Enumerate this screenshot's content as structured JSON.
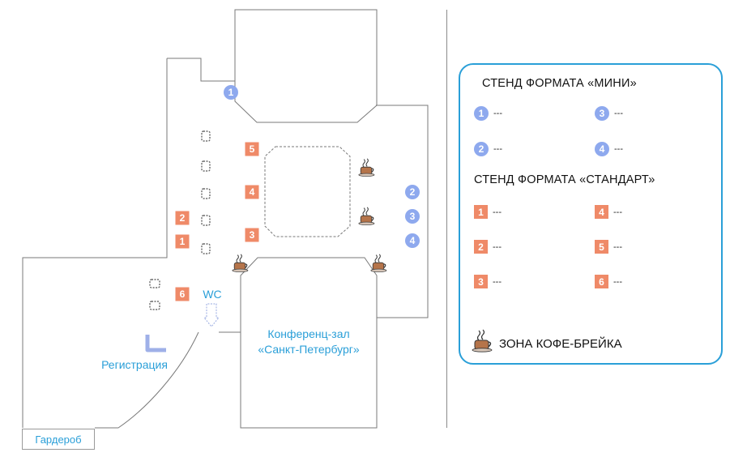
{
  "plan": {
    "wc_label": "WC",
    "registration_label": "Регистрация",
    "conference_line1": "Конференц-зал",
    "conference_line2": "«Санкт-Петербург»",
    "wardrobe_label": "Гардероб",
    "mini_markers": [
      "1",
      "2",
      "3",
      "4"
    ],
    "standard_markers": [
      "1",
      "2",
      "3",
      "4",
      "5",
      "6"
    ]
  },
  "legend": {
    "mini_title": "СТЕНД ФОРМАТА «МИНИ»",
    "standard_title": "СТЕНД ФОРМАТА «СТАНДАРТ»",
    "mini_items": [
      {
        "num": "1",
        "text": "---"
      },
      {
        "num": "3",
        "text": "---"
      },
      {
        "num": "2",
        "text": "---"
      },
      {
        "num": "4",
        "text": "---"
      }
    ],
    "standard_items": [
      {
        "num": "1",
        "text": "---"
      },
      {
        "num": "4",
        "text": "---"
      },
      {
        "num": "2",
        "text": "---"
      },
      {
        "num": "5",
        "text": "---"
      },
      {
        "num": "3",
        "text": "---"
      },
      {
        "num": "6",
        "text": "---"
      }
    ],
    "coffee_label": "ЗОНА КОФЕ-БРЕЙКА"
  },
  "colors": {
    "mini_marker": "#8ea9ee",
    "standard_marker": "#ef8a68",
    "accent": "#2a9fd8",
    "wall": "#7a7a7a"
  },
  "icons": {
    "coffee": "coffee-cup-icon",
    "chair": "chair-icon",
    "arrow": "down-arrow-icon"
  }
}
